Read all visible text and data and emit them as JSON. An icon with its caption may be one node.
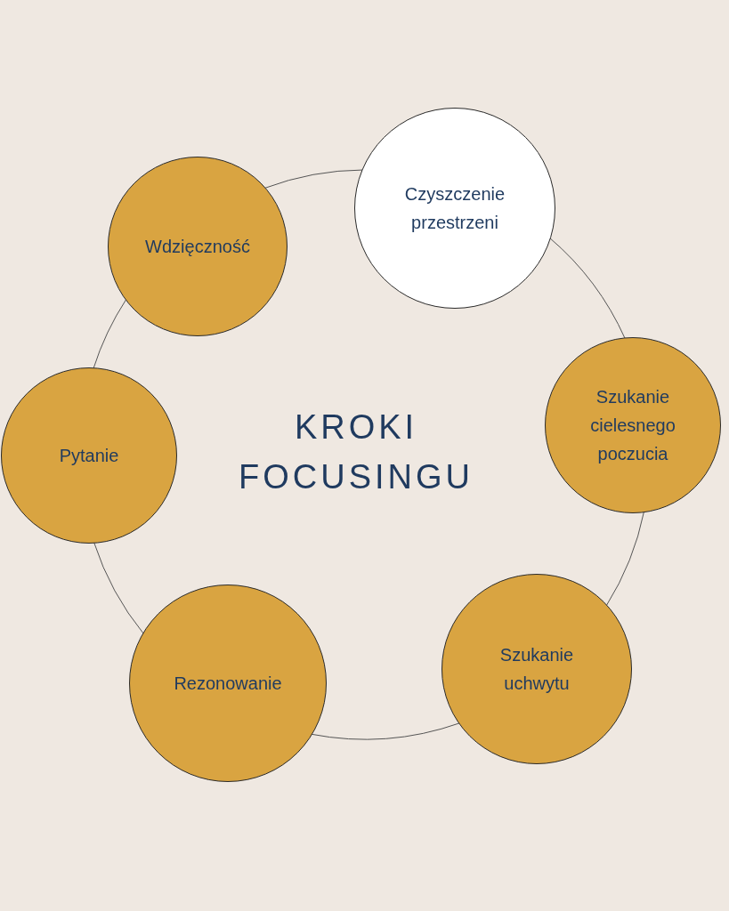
{
  "diagram": {
    "title": "KROKI FOCUSINGU",
    "nodes": [
      {
        "text": [
          "Czyszczenie przestrzeni"
        ]
      },
      {
        "text": [
          "Szukanie cielesnego poczucia"
        ]
      },
      {
        "text": [
          "Szukanie uchwytu"
        ]
      },
      {
        "text": [
          "Rezonowanie"
        ]
      },
      {
        "text": [
          "Pytanie"
        ]
      },
      {
        "text": [
          "Wdzięczność"
        ]
      }
    ],
    "edges": [
      {
        "from": 0,
        "to": 1,
        "arrow": "none"
      },
      {
        "from": 1,
        "to": 2,
        "arrow": "none"
      },
      {
        "from": 2,
        "to": 3,
        "arrow": "none"
      },
      {
        "from": 3,
        "to": 4,
        "arrow": "none"
      },
      {
        "from": 4,
        "to": 5,
        "arrow": "none"
      },
      {
        "from": 5,
        "to": 0,
        "arrow": "none"
      }
    ]
  }
}
